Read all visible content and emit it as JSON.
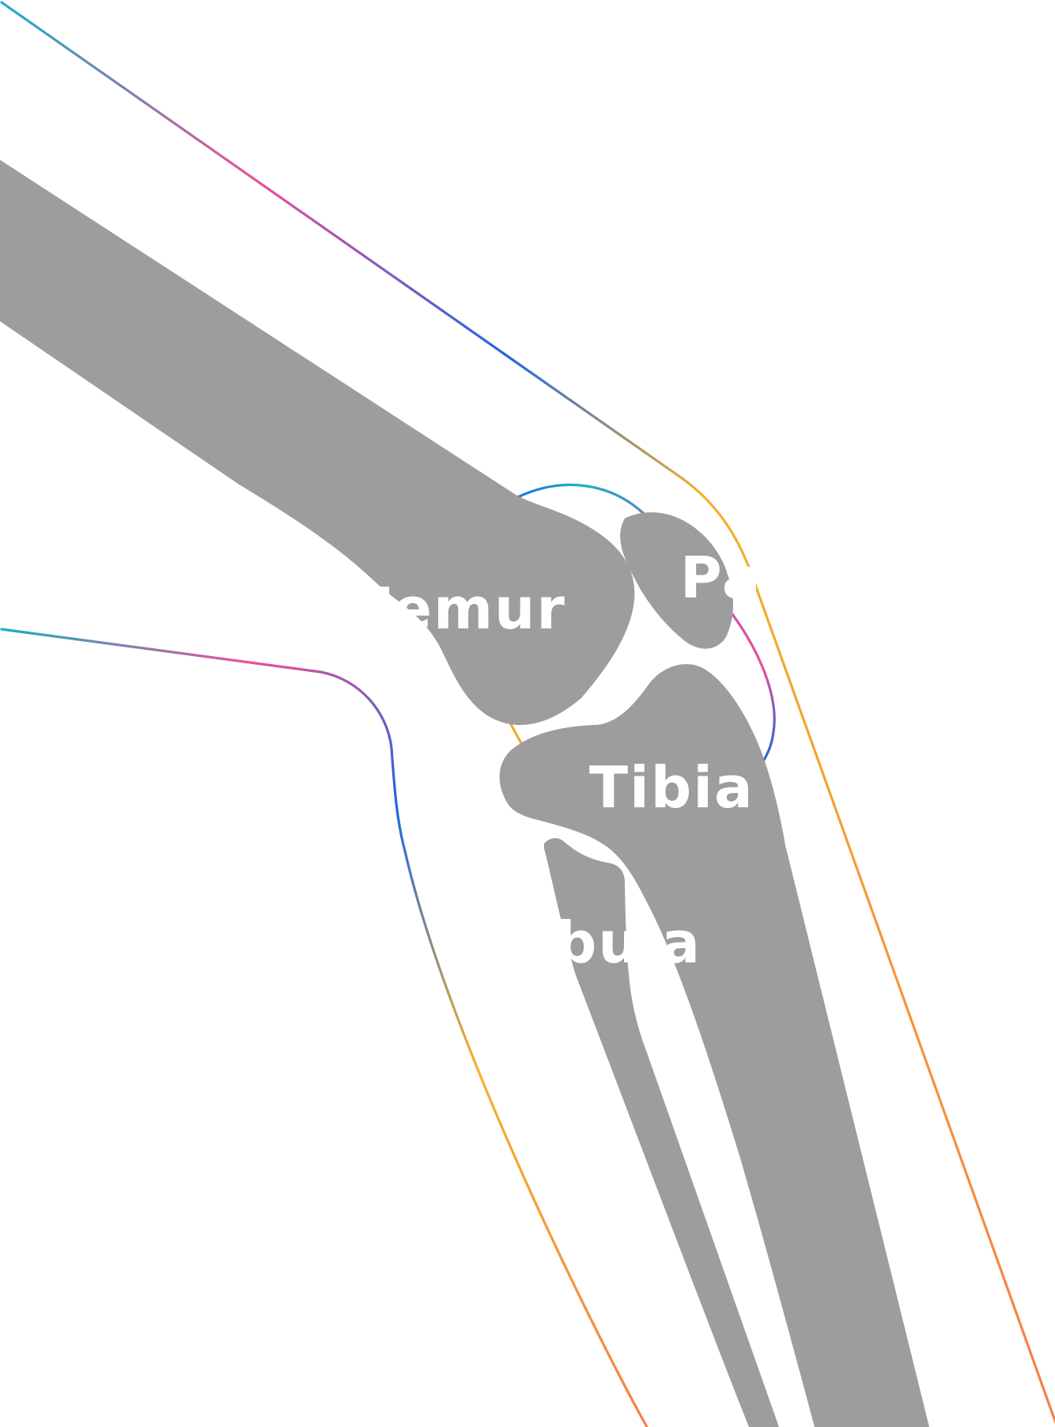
{
  "diagram": {
    "labels": {
      "femur": "Femur",
      "patella": "Patella",
      "tibia": "Tibia",
      "fibula": "Fibula"
    },
    "colors": {
      "bone": "#9e9d9d",
      "label": "#ffffff",
      "background": "#ffffff",
      "gradient_teal": "#17b0c6",
      "gradient_pink": "#ec4f97",
      "gradient_blue": "#1f66e0",
      "gradient_gold": "#f4b12a",
      "gradient_orange": "#f57f46"
    }
  }
}
